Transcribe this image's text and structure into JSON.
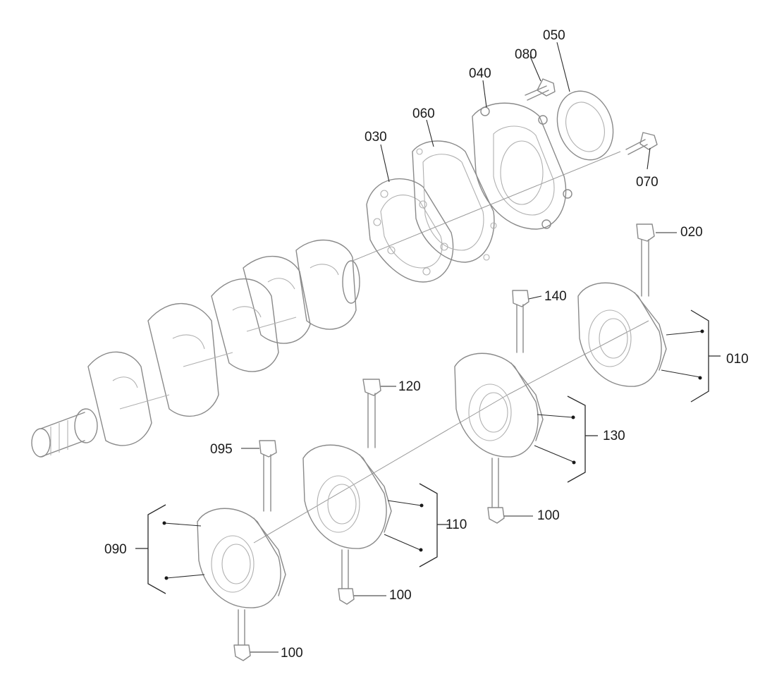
{
  "callouts": {
    "p050": "050",
    "p080": "080",
    "p040": "040",
    "p060": "060",
    "p030": "030",
    "p070": "070",
    "p020": "020",
    "p140": "140",
    "p010": "010",
    "p120": "120",
    "p130": "130",
    "p095": "095",
    "p110": "110",
    "p100_a": "100",
    "p090": "090",
    "p100_b": "100",
    "p100_c": "100"
  }
}
